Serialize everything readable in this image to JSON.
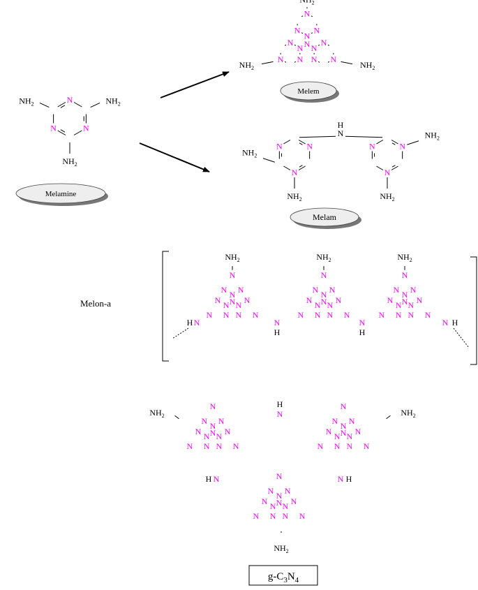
{
  "colors": {
    "nitrogen": "#ff00ff",
    "bond": "#000000",
    "ellipse_fill": "#eeeeee",
    "shadow": "#777777"
  },
  "labels": {
    "melamine": "Melamine",
    "melem": "Melem",
    "melam": "Melam",
    "melon": "Melon-a",
    "gcn_prefix": "g-C",
    "gcn_sub1": "3",
    "gcn_mid": "N",
    "gcn_sub2": "4"
  },
  "atoms": {
    "N": "N",
    "NH": "NH",
    "H": "H",
    "NH2": "NH",
    "sub2": "2"
  }
}
